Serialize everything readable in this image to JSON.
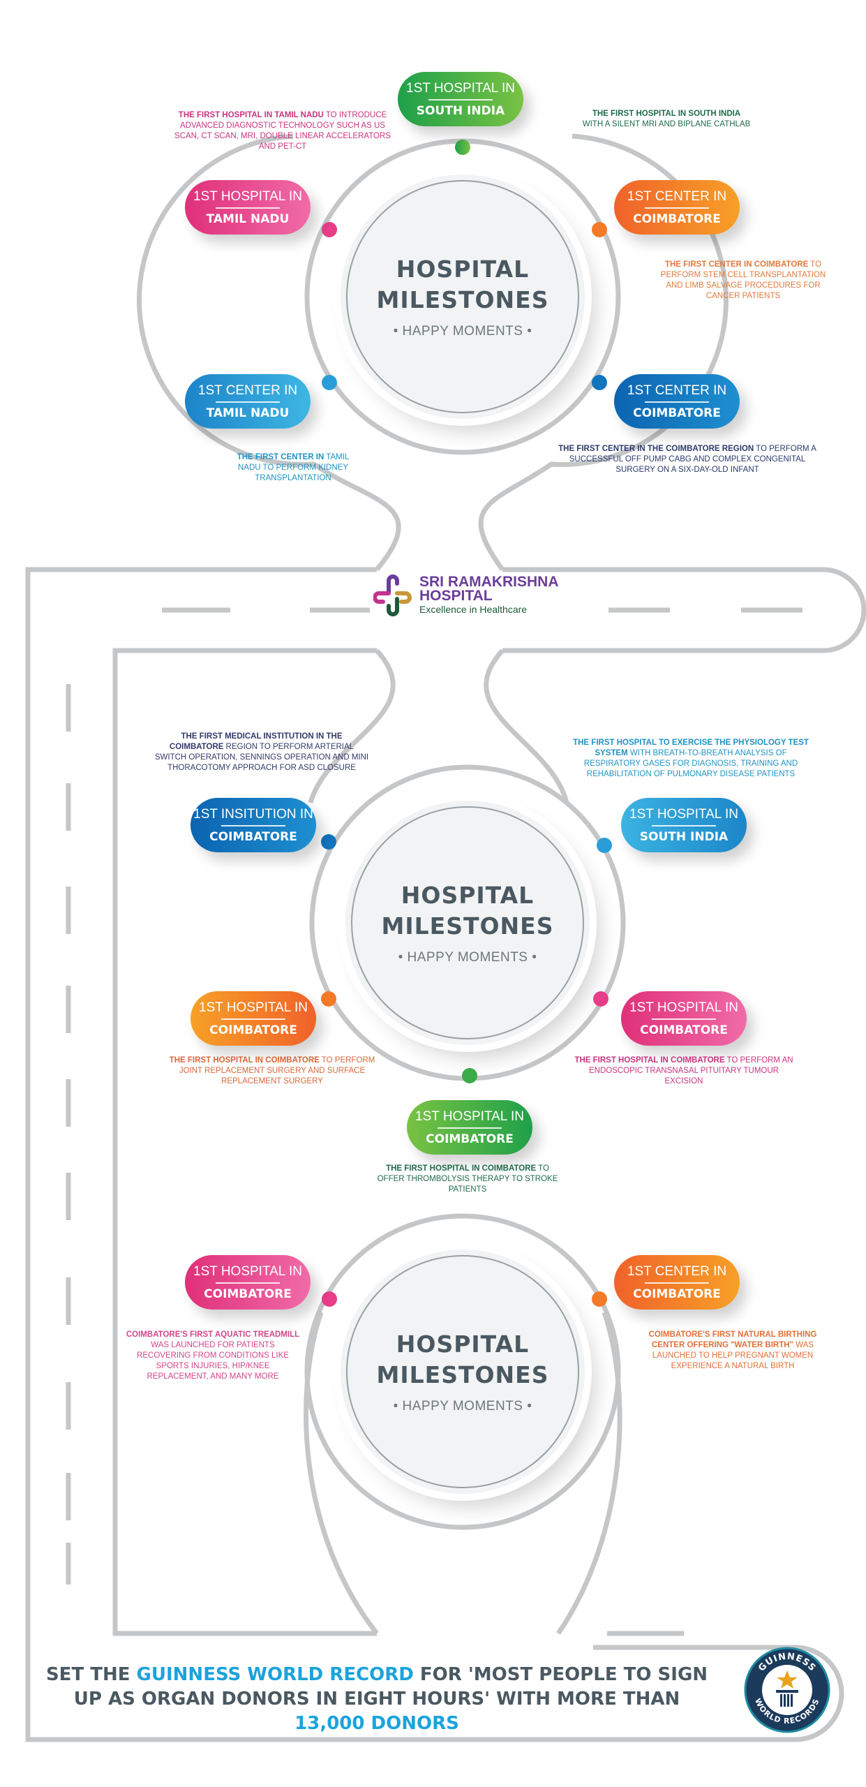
{
  "brand": {
    "name_line1": "SRI RAMAKRISHNA",
    "name_line2": "HOSPITAL",
    "tagline": "Excellence in Healthcare",
    "logo_colors": {
      "purple": "#6a3d9a",
      "magenta": "#c2348f",
      "gold": "#c9973a",
      "green": "#1e5a3a"
    }
  },
  "hubs": [
    {
      "title_line1": "HOSPITAL",
      "title_line2": "MILESTONES",
      "subtitle": "• HAPPY MOMENTS •"
    },
    {
      "title_line1": "HOSPITAL",
      "title_line2": "MILESTONES",
      "subtitle": "• HAPPY MOMENTS •"
    },
    {
      "title_line1": "HOSPITAL",
      "title_line2": "MILESTONES",
      "subtitle": "• HAPPY MOMENTS •"
    }
  ],
  "milestones": [
    {
      "top": "1ST HOSPITAL IN",
      "bottom": "SOUTH INDIA",
      "color": "#3aab48",
      "desc_bold": "THE FIRST HOSPITAL IN SOUTH INDIA",
      "desc_rest": "WITH A SILENT MRI AND BIPLANE CATHLAB",
      "desc_color": "#1e6b4a"
    },
    {
      "top": "1ST HOSPITAL IN",
      "bottom": "TAMIL NADU",
      "color": "#e63e87",
      "desc_bold": "THE FIRST HOSPITAL IN TAMIL NADU",
      "desc_rest": "TO INTRODUCE ADVANCED DIAGNOSTIC TECHNOLOGY SUCH AS US SCAN, CT SCAN, MRI, DOUBLE LINEAR ACCELERATORS AND PET-CT",
      "desc_color": "#c9347f"
    },
    {
      "top": "1ST CENTER IN",
      "bottom": "COIMBATORE",
      "color": "#f37a27",
      "desc_bold": "THE FIRST CENTER IN COIMBATORE",
      "desc_rest": "TO PERFORM STEM CELL TRANSPLANTATION AND LIMB SALVAGE PROCEDURES FOR CANCER PATIENTS",
      "desc_color": "#e07a3c"
    },
    {
      "top": "1ST CENTER IN",
      "bottom": "TAMIL NADU",
      "color": "#2a9dd8",
      "desc_bold": "THE FIRST CENTER IN",
      "desc_rest": "TAMIL NADU TO PERFORM KIDNEY TRANSPLANTATION",
      "desc_color": "#2193c4"
    },
    {
      "top": "1ST CENTER IN",
      "bottom": "COIMBATORE",
      "color": "#1274bd",
      "desc_bold": "THE FIRST CENTER IN THE COIMBATORE REGION",
      "desc_rest": "TO PERFORM A SUCCESSFUL OFF PUMP CABG AND COMPLEX CONGENITAL SURGERY ON A SIX-DAY-OLD INFANT",
      "desc_color": "#2b3a6b"
    },
    {
      "top": "1ST INSITUTION IN",
      "bottom": "COIMBATORE",
      "color": "#1274bd",
      "desc_bold": "THE FIRST MEDICAL INSTITUTION IN THE COIMBATORE",
      "desc_rest": "REGION TO PERFORM ARTERIAL SWITCH OPERATION, SENNINGS OPERATION AND MINI THORACOTOMY APPROACH FOR ASD CLOSURE",
      "desc_color": "#34396b"
    },
    {
      "top": "1ST HOSPITAL IN",
      "bottom": "SOUTH INDIA",
      "color": "#2a9dd8",
      "desc_bold": "THE FIRST HOSPITAL TO EXERCISE THE PHYSIOLOGY TEST SYSTEM",
      "desc_rest": "WITH BREATH-TO-BREATH ANALYSIS OF RESPIRATORY GASES FOR DIAGNOSIS, TRAINING AND REHABILITATION OF PULMONARY DISEASE PATIENTS",
      "desc_color": "#2193c4"
    },
    {
      "top": "1ST HOSPITAL IN",
      "bottom": "COIMBATORE",
      "color": "#f37a27",
      "desc_bold": "THE FIRST HOSPITAL IN COIMBATORE",
      "desc_rest": "TO PERFORM JOINT REPLACEMENT SURGERY AND SURFACE REPLACEMENT SURGERY",
      "desc_color": "#d9673a"
    },
    {
      "top": "1ST HOSPITAL IN",
      "bottom": "COIMBATORE",
      "color": "#e63e87",
      "desc_bold": "THE FIRST HOSPITAL IN COIMBATORE",
      "desc_rest": "TO PERFORM AN ENDOSCOPIC TRANSNASAL PITUITARY TUMOUR EXCISION",
      "desc_color": "#c9347f"
    },
    {
      "top": "1ST HOSPITAL IN",
      "bottom": "COIMBATORE",
      "color": "#3aab48",
      "desc_bold": "THE FIRST HOSPITAL IN COIMBATORE",
      "desc_rest": "TO OFFER THROMBOLYSIS THERAPY TO STROKE PATIENTS",
      "desc_color": "#1e6b4a"
    },
    {
      "top": "1ST HOSPITAL IN",
      "bottom": "COIMBATORE",
      "color": "#e63e87",
      "desc_bold": "COIMBATORE'S FIRST AQUATIC TREADMILL",
      "desc_rest": "WAS LAUNCHED FOR PATIENTS RECOVERING FROM CONDITIONS LIKE SPORTS INJURIES, HIP/KNEE REPLACEMENT, AND MANY MORE",
      "desc_color": "#d2458a"
    },
    {
      "top": "1ST CENTER IN",
      "bottom": "COIMBATORE",
      "color": "#f37a27",
      "desc_bold": "COIMBATORE'S FIRST NATURAL BIRTHING CENTER OFFERING \"WATER BIRTH\"",
      "desc_rest": "WAS LAUNCHED TO HELP PREGNANT WOMEN EXPERIENCE A NATURAL BIRTH",
      "desc_color": "#e0703a"
    }
  ],
  "footer": {
    "part1": "SET THE ",
    "highlight1": "GUINNESS WORLD RECORD",
    "part2": " FOR 'MOST PEOPLE TO SIGN UP AS ORGAN DONORS IN EIGHT HOURS' WITH MORE THAN ",
    "highlight2": "13,000 DONORS",
    "badge_top": "GUINNESS",
    "badge_bottom": "WORLD RECORDS",
    "accent_color": "#1ba3dc"
  }
}
